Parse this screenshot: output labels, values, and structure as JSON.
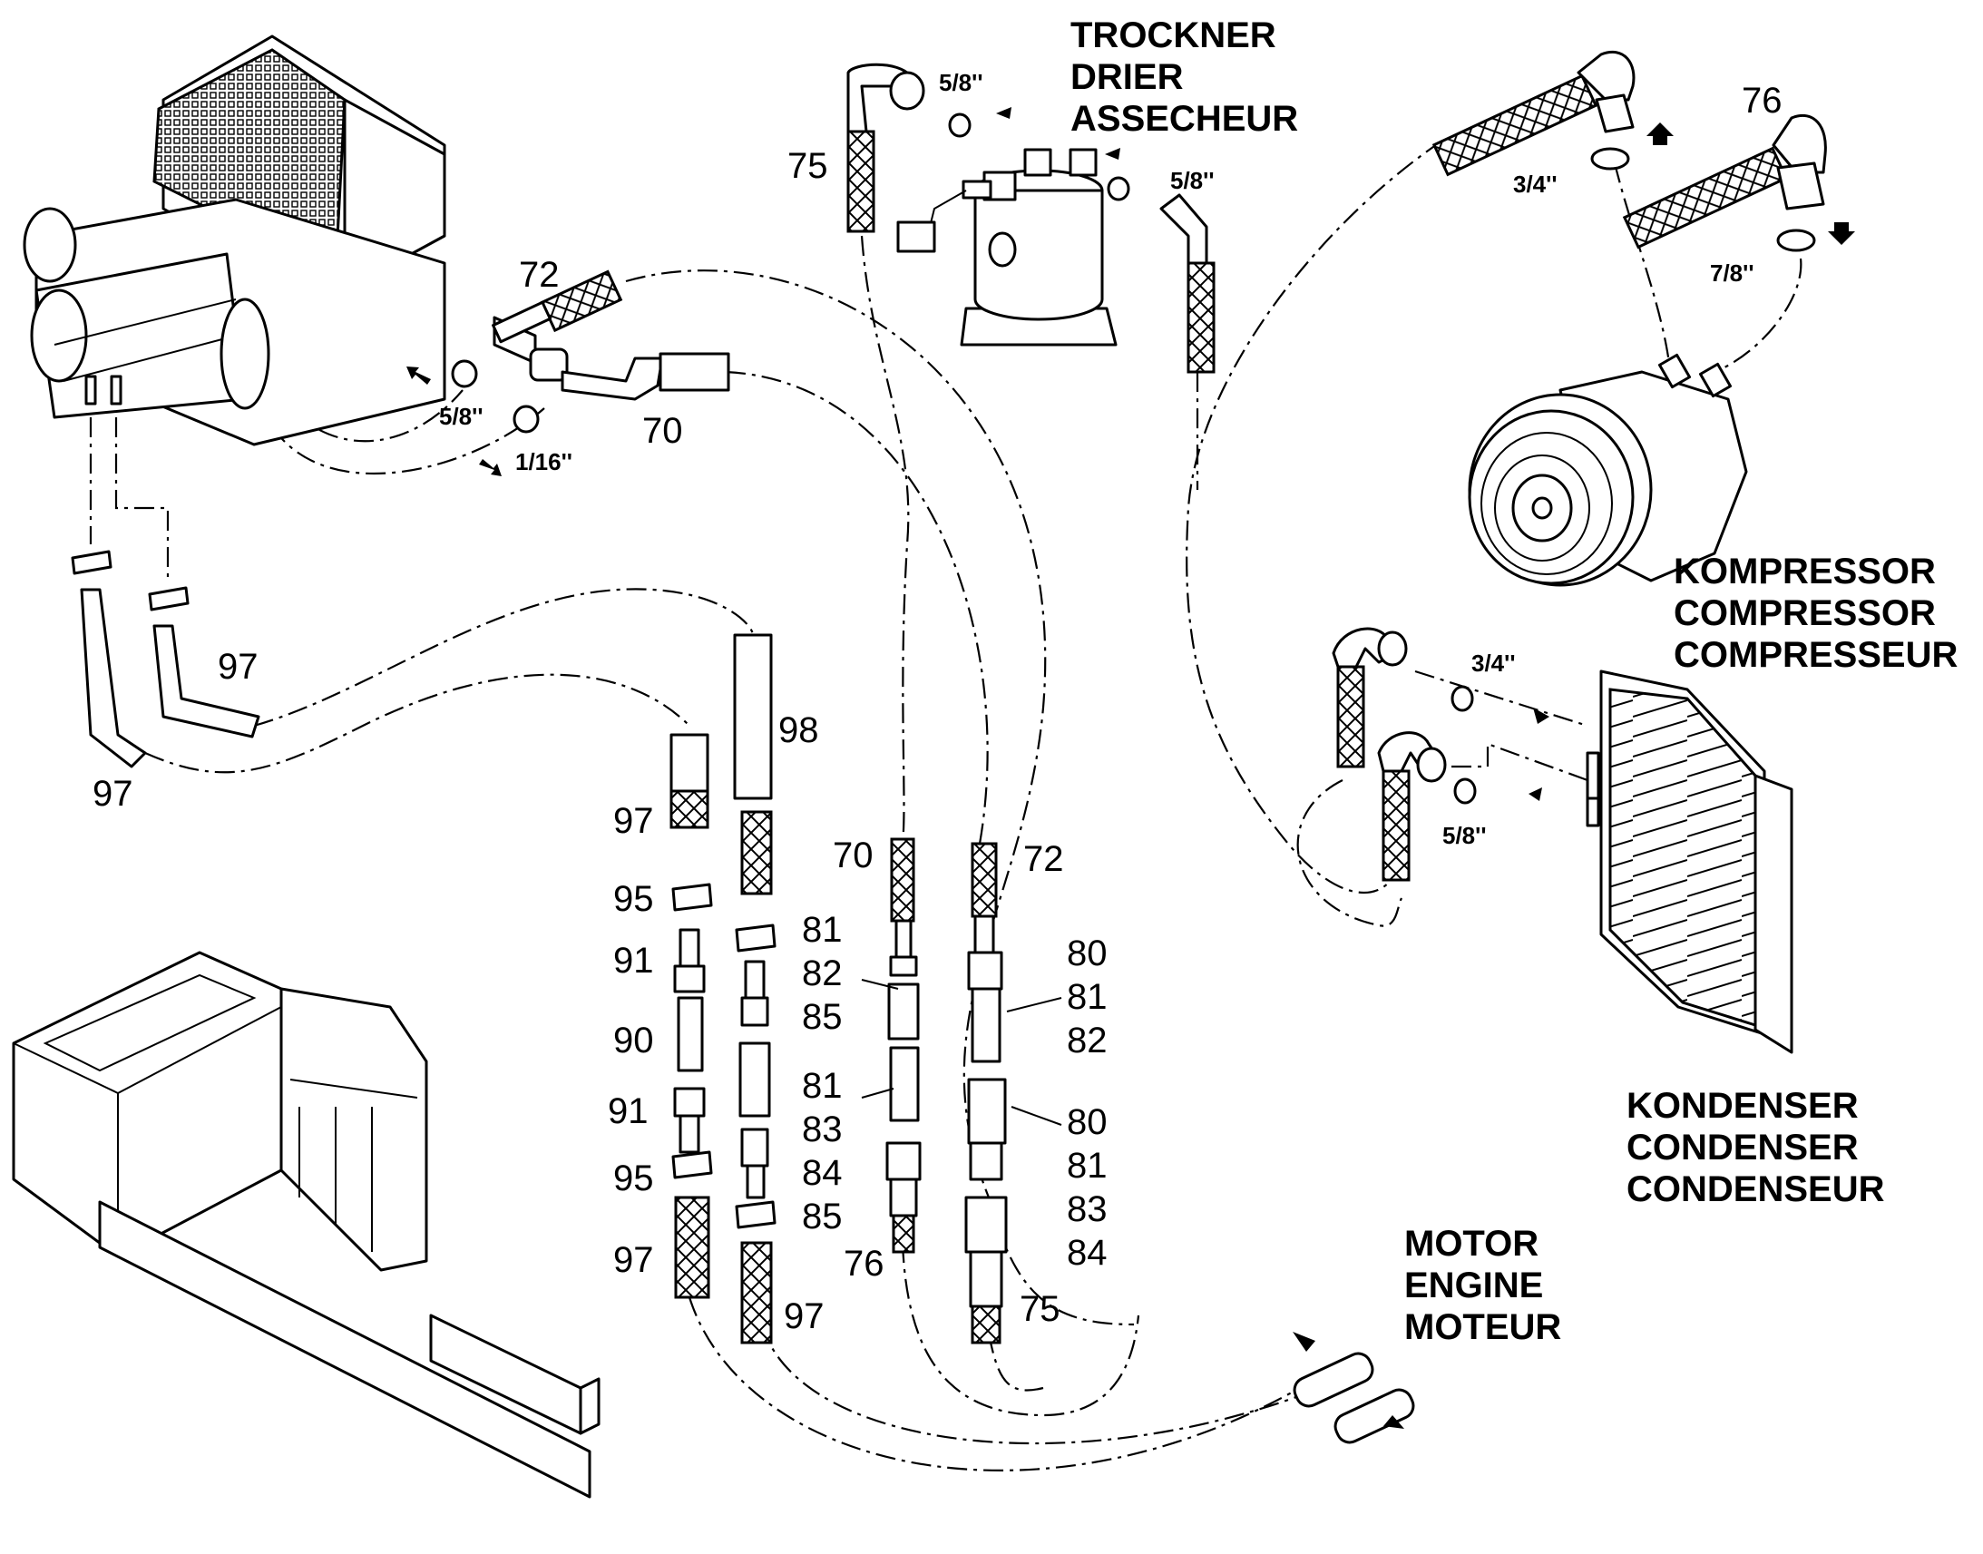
{
  "captions": {
    "drier": [
      "TROCKNER",
      "DRIER",
      "ASSECHEUR"
    ],
    "compressor": [
      "KOMPRESSOR",
      "COMPRESSOR",
      "COMPRESSEUR"
    ],
    "condenser": [
      "KONDENSER",
      "CONDENSER",
      "CONDENSEUR"
    ],
    "engine": [
      "MOTOR",
      "ENGINE",
      "MOTEUR"
    ]
  },
  "callouts": {
    "c72_top": "72",
    "c70_top": "70",
    "c75_top": "75",
    "c76_top": "76",
    "c97_a": "97",
    "c97_b": "97",
    "c98": "98",
    "c97_c": "97",
    "c95_a": "95",
    "c91_a": "91",
    "c90": "90",
    "c91_b": "91",
    "c95_b": "95",
    "c97_d": "97",
    "c81_a": "81",
    "c82_a": "82",
    "c85_a": "85",
    "c81_b": "81",
    "c83_a": "83",
    "c84_a": "84",
    "c85_b": "85",
    "c97_e": "97",
    "c70_b": "70",
    "c76_b": "76",
    "c72_b": "72",
    "c80_a": "80",
    "c81_c": "81",
    "c82_b": "82",
    "c80_b": "80",
    "c81_d": "81",
    "c83_b": "83",
    "c84_b": "84",
    "c75_b": "75"
  },
  "sizes": {
    "s58_evap": "5/8''",
    "s116": "1/16''",
    "s58_drier_l": "5/8''",
    "s58_drier_r": "5/8''",
    "s34_comp": "3/4''",
    "s78_comp": "7/8''",
    "s34_cond": "3/4''",
    "s58_cond": "5/8''"
  },
  "icons": [
    "flow-arrow-icon",
    "o-ring-icon",
    "hose-clamp-icon",
    "braided-hose-icon"
  ]
}
